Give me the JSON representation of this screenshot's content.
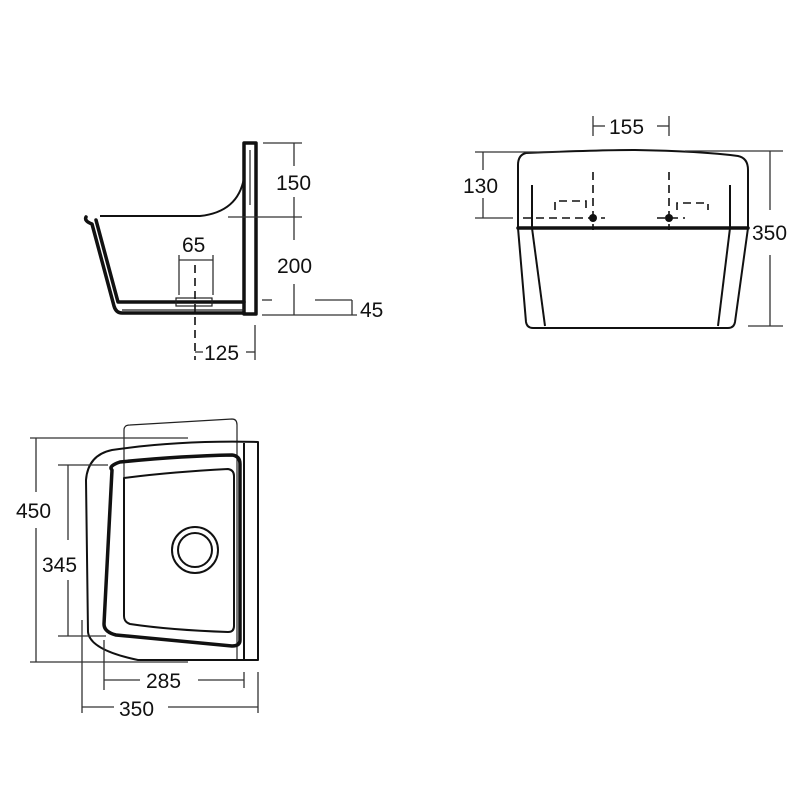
{
  "side_view": {
    "dims": {
      "wall_upper": "150",
      "wall_lower": "200",
      "waste_width": "65",
      "base_height": "45",
      "waste_offset": "125"
    }
  },
  "front_view": {
    "dims": {
      "bracket_spacing": "155",
      "bracket_height": "130",
      "overall_height": "350"
    }
  },
  "plan_view": {
    "dims": {
      "overall_depth": "450",
      "bowl_depth": "345",
      "bowl_width": "285",
      "overall_width": "350"
    }
  }
}
